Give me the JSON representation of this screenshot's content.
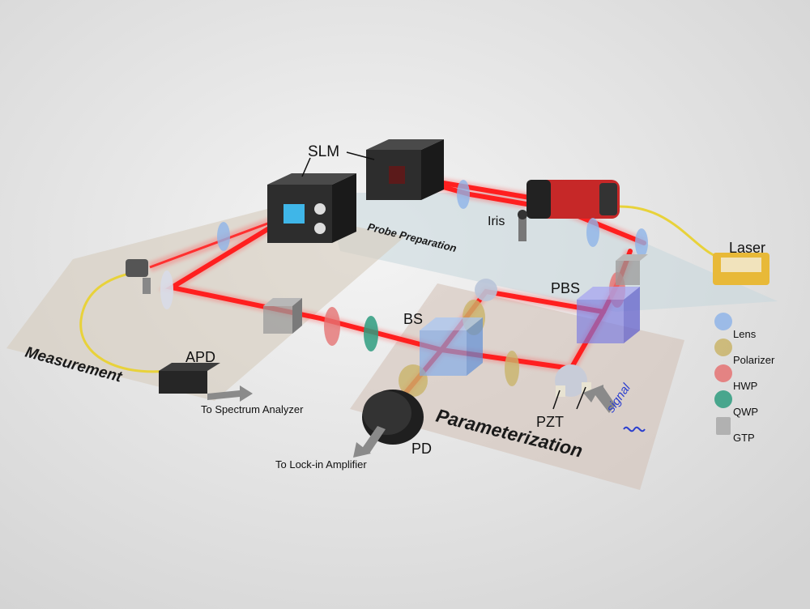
{
  "labels": {
    "slm": "SLM",
    "iris": "Iris",
    "laser": "Laser",
    "pbs": "PBS",
    "bs": "BS",
    "apd": "APD",
    "pd": "PD",
    "pzt": "PZT",
    "signal": "signal",
    "to_spectrum": "To Spectrum Analyzer",
    "to_lockin": "To Lock-in Amplifier"
  },
  "regions": {
    "probe": "Probe Preparation",
    "measurement": "Measurement",
    "parameterization": "Parameterization"
  },
  "legend": [
    {
      "label": "Lens",
      "color": "#8fb4e8",
      "icon": "lens-icon"
    },
    {
      "label": "Polarizer",
      "color": "#c9b46a",
      "icon": "polarizer-icon"
    },
    {
      "label": "HWP",
      "color": "#e57373",
      "icon": "hwp-icon"
    },
    {
      "label": "QWP",
      "color": "#2e9c7f",
      "icon": "qwp-icon"
    },
    {
      "label": "GTP",
      "color": "#a9a9a9",
      "icon": "gtp-icon"
    }
  ],
  "colors": {
    "beam": "#ff1f1f",
    "fiber": "#e8d23a",
    "laser_body": "#c62828"
  }
}
